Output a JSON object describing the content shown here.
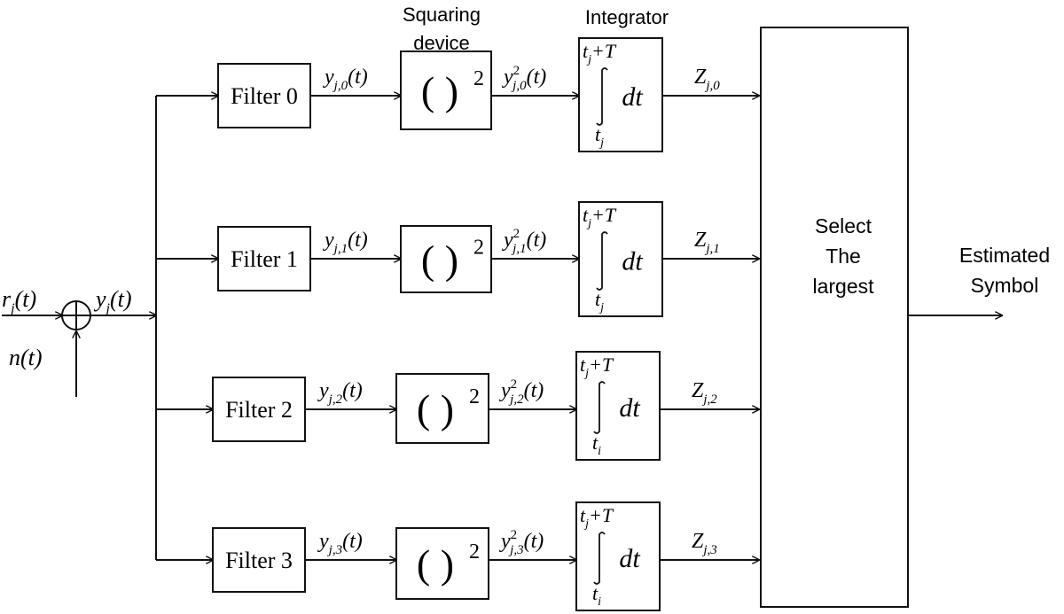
{
  "headers": {
    "squaring_line1": "Squaring",
    "squaring_line2": "device",
    "integrator": "Integrator"
  },
  "input": {
    "r_main": "r",
    "r_sub": "j",
    "r_arg": "(t)",
    "n_label": "n(t)",
    "y_main": "y",
    "y_sub": "j",
    "y_arg": "(t)"
  },
  "branches": [
    {
      "filter": "Filter 0",
      "y_main": "y",
      "y_sub": "j,0",
      "y_arg": "(t)",
      "square": "( )",
      "square_exp": "2",
      "y2_main": "y",
      "y2_sup": "2",
      "y2_sub": "j,0",
      "y2_arg": "(t)",
      "int_upper_main": "t",
      "int_upper_sub": "j",
      "int_upper_tail": "+T",
      "int_lower_main": "t",
      "int_lower_sub": "j",
      "int_dt": "dt",
      "z_main": "Z",
      "z_sub": "j,0"
    },
    {
      "filter": "Filter 1",
      "y_main": "y",
      "y_sub": "j,1",
      "y_arg": "(t)",
      "square": "( )",
      "square_exp": "2",
      "y2_main": "y",
      "y2_sup": "2",
      "y2_sub": "j,1",
      "y2_arg": "(t)",
      "int_upper_main": "t",
      "int_upper_sub": "j",
      "int_upper_tail": "+T",
      "int_lower_main": "t",
      "int_lower_sub": "j",
      "int_dt": "dt",
      "z_main": "Z",
      "z_sub": "j,1"
    },
    {
      "filter": "Filter 2",
      "y_main": "y",
      "y_sub": "j,2",
      "y_arg": "(t)",
      "square": "( )",
      "square_exp": "2",
      "y2_main": "y",
      "y2_sup": "2",
      "y2_sub": "j,2",
      "y2_arg": "(t)",
      "int_upper_main": "t",
      "int_upper_sub": "j",
      "int_upper_tail": "+T",
      "int_lower_main": "t",
      "int_lower_sub": "i",
      "int_dt": "dt",
      "z_main": "Z",
      "z_sub": "j,2"
    },
    {
      "filter": "Filter 3",
      "y_main": "y",
      "y_sub": "j,3",
      "y_arg": "(t)",
      "square": "( )",
      "square_exp": "2",
      "y2_main": "y",
      "y2_sup": "2",
      "y2_sub": "j,3",
      "y2_arg": "(t)",
      "int_upper_main": "t",
      "int_upper_sub": "j",
      "int_upper_tail": "+T",
      "int_lower_main": "t",
      "int_lower_sub": "i",
      "int_dt": "dt",
      "z_main": "Z",
      "z_sub": "j,3"
    }
  ],
  "selector": {
    "line1": "Select",
    "line2": "The",
    "line3": "largest"
  },
  "output": {
    "line1": "Estimated",
    "line2": "Symbol"
  }
}
